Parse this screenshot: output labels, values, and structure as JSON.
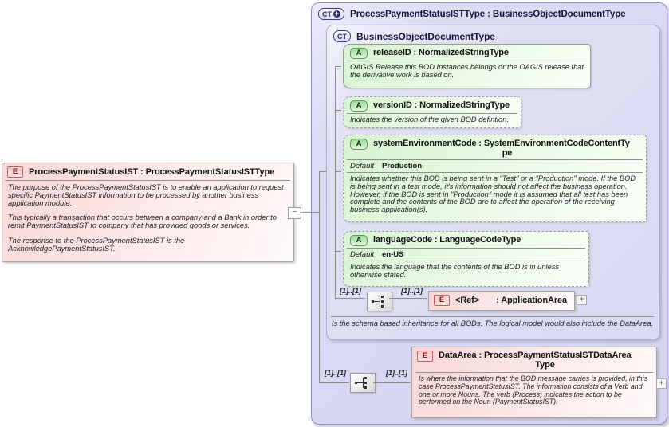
{
  "element_box": {
    "badge": "E",
    "title": "ProcessPaymentStatusIST : ProcessPaymentStatusISTType",
    "paragraphs": [
      "The purpose of the ProcessPaymentStatusIST is to enable an application to request specific PaymentStatusIST information to be processed by another business application module.",
      "This typically a transaction that occurs between a company and a Bank in order to remit PaymentStatusIST to company that has provided goods or services.",
      "The response to the ProcessPaymentStatusIST is the AcknowledgePaymentStatusIST."
    ]
  },
  "collapse_toggle": "−",
  "type_container": {
    "badge": "CT",
    "badge_modifier": "+",
    "title": "ProcessPaymentStatusISTType : BusinessObjectDocumentType"
  },
  "base_type_container": {
    "badge": "CT",
    "title": "BusinessObjectDocumentType",
    "doc": "Is the schema based inheritance for all BODs. The logical model would also include the DataArea."
  },
  "attributes": [
    {
      "badge": "A",
      "title": "releaseID : NormalizedStringType",
      "doc": "OAGIS Release this BOD Instances belongs or the OAGIS release that the derivative work is based on."
    },
    {
      "badge": "A",
      "title": "versionID : NormalizedStringType",
      "doc": "Indicates the version of the given BOD defintion."
    },
    {
      "badge": "A",
      "title_line1": "systemEnvironmentCode : SystemEnvironmentCodeContentTy",
      "title_line2": "pe",
      "default_label": "Default",
      "default_value": "Production",
      "doc": "Indicates whether this BOD is being sent in a \"Test\" or a \"Production\" mode. If the BOD is being sent in a test mode, it's information should not affect the business operation. However, if the BOD is sent in \"Production\" mode it is assumed that all test has been complete and the contents of the BOD are to affect the operation of the receiving business application(s)."
    },
    {
      "badge": "A",
      "title": "languageCode : LanguageCodeType",
      "default_label": "Default",
      "default_value": "en-US",
      "doc": "Indicates the language that the contents of the BOD is in unless otherwise stated."
    }
  ],
  "sequence1": {
    "left_cardinality": "[1]..[1]",
    "right_cardinality": "[1]..[1]"
  },
  "sequence2": {
    "left_cardinality": "[1]..[1]",
    "right_cardinality": "[1]..[1]"
  },
  "application_area": {
    "badge": "E",
    "name": "<Ref>",
    "type": ": ApplicationArea",
    "expand": "+"
  },
  "data_area": {
    "badge": "E",
    "title_line1": "DataArea : ProcessPaymentStatusISTDataArea",
    "title_line2": "Type",
    "doc": "Is where the information that the BOD message carries is provided, in this case ProcessPaymentStatusIST. The information consists of a Verb and one or more Nouns. The verb (Process) indicates the action to be performed on the Noun (PaymentStatusIST).",
    "expand": "+"
  },
  "colors": {
    "container_fill": "#d8d8f2",
    "container_border": "#8b8bc8",
    "attribute_fill": "#ddf6d8",
    "element_fill": "#f9d9d9",
    "badge_a_fill": "#9adb94",
    "badge_e_fill": "#f5c5c5",
    "connector": "#8a8a8a"
  }
}
